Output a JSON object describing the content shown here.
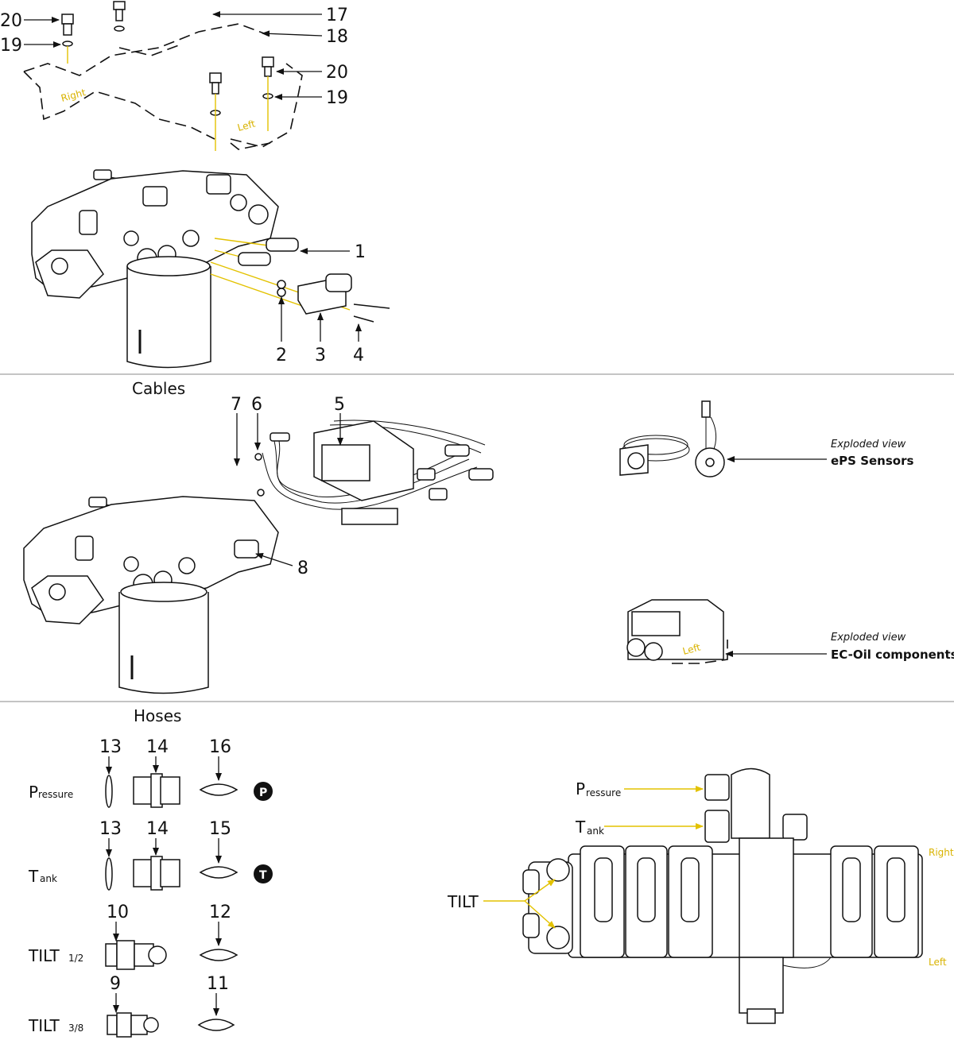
{
  "callouts": {
    "c1": "1",
    "c2": "2",
    "c3": "3",
    "c4": "4",
    "c5": "5",
    "c6": "6",
    "c7": "7",
    "c8": "8",
    "c9": "9",
    "c10": "10",
    "c11": "11",
    "c12": "12",
    "c13a": "13",
    "c13b": "13",
    "c14a": "14",
    "c14b": "14",
    "c15": "15",
    "c16": "16",
    "c17": "17",
    "c18": "18",
    "c19a": "19",
    "c19b": "19",
    "c20a": "20",
    "c20b": "20"
  },
  "sections": {
    "cables": "Cables",
    "hoses": "Hoses"
  },
  "orientation": {
    "right_top": "Right",
    "left_top": "Left",
    "left_ec": "Left",
    "right_valve": "Right",
    "left_valve": "Left"
  },
  "exploded": {
    "eps_caption": "Exploded view",
    "eps_label": "ePS Sensors",
    "ecoil_caption": "Exploded view",
    "ecoil_label": "EC-Oil components"
  },
  "hose_rows": {
    "pressure_big": "P",
    "pressure_small": "ressure",
    "tank_big": "T",
    "tank_small": "ank",
    "tilt12_big": "TILT",
    "tilt12_small": "1/2",
    "tilt38_big": "TILT",
    "tilt38_small": "3/8",
    "p_symbol": "P",
    "t_symbol": "T"
  },
  "valve_labels": {
    "pressure_big": "P",
    "pressure_small": "ressure",
    "tank_big": "T",
    "tank_small": "ank",
    "tilt": "TILT"
  }
}
